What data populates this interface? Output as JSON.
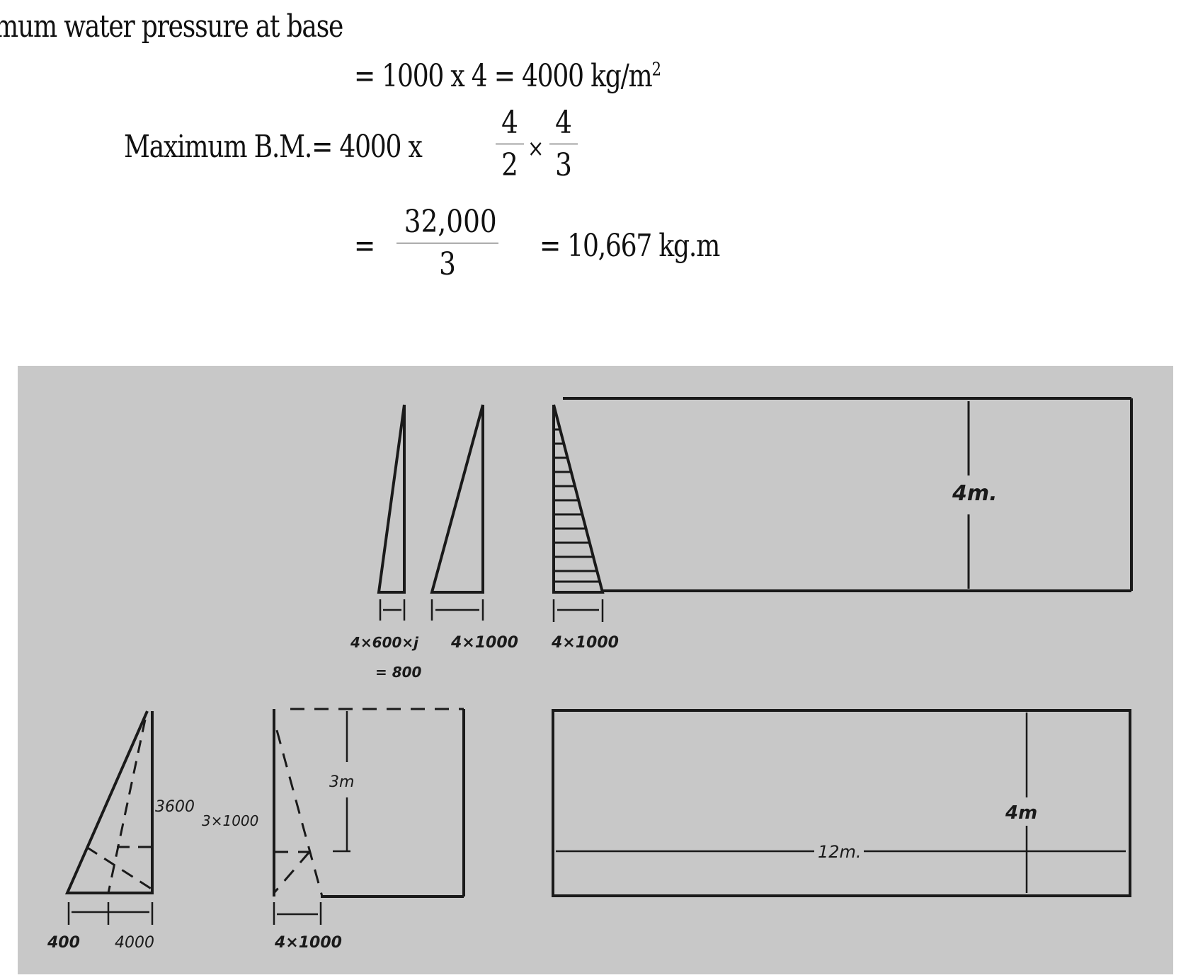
{
  "document": {
    "heading_fragment": "mum water pressure at base",
    "line1": "= 1000 x 4 = 4000 kg/m",
    "line1_sup": "2",
    "line2_label": "Maximum B.M.= 4000 x",
    "line2_frac1": {
      "num": "4",
      "den": "2"
    },
    "line2_times": "×",
    "line2_frac2": {
      "num": "4",
      "den": "3"
    },
    "line3_eq": "=",
    "line3_frac": {
      "num": "32,000",
      "den": "3"
    },
    "line3_result": "= 10,667 kg.m"
  },
  "figure": {
    "background": "#c8c8c8",
    "top_row": {
      "triangle1_label_a": "4×600×j",
      "triangle1_label_b": "= 800",
      "triangle2_label": "4×1000",
      "triangle3_label": "4×1000",
      "tank_height_label": "4m."
    },
    "bottom_row": {
      "triangle_left_label_a": "400",
      "triangle_left_label_b": "4000",
      "triangle_left_side_label": "3600",
      "middle_side_label": "3×1000",
      "middle_height_label": "3m",
      "middle_bottom_label": "4×1000",
      "tank_height_label": "4m",
      "tank_width_label": "12m."
    }
  }
}
